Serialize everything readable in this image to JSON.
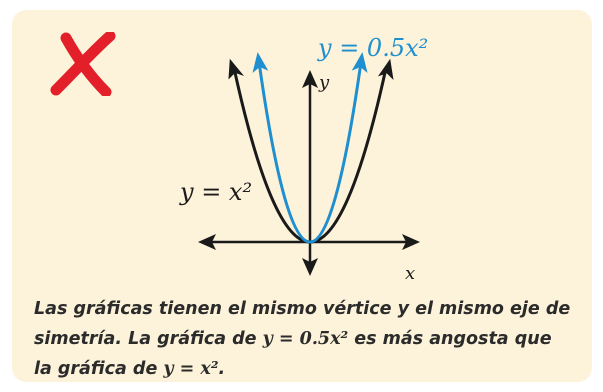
{
  "mark": {
    "icon": "red-x-icon",
    "color": "#e3202a"
  },
  "colors": {
    "card_bg": "#fdf3da",
    "accent": "#1f8fcf",
    "ink": "#1a1a1a"
  },
  "diagram": {
    "label_blue": "y = 0.5x²",
    "label_black": "y = x²",
    "axis_y_label": "y",
    "axis_x_label": "x",
    "curves": [
      {
        "name": "y = 0.5x²",
        "color": "#1f8fcf"
      },
      {
        "name": "y = x²",
        "color": "#1a1a1a"
      }
    ]
  },
  "caption": {
    "text_1": "Las gráficas tienen el mismo vértice y el mismo eje de simetría. La gráfica de ",
    "eq_1": "y = 0.5x²",
    "text_2": " es más angosta que la gráfica de ",
    "eq_2": "y = x²",
    "text_3": "."
  }
}
